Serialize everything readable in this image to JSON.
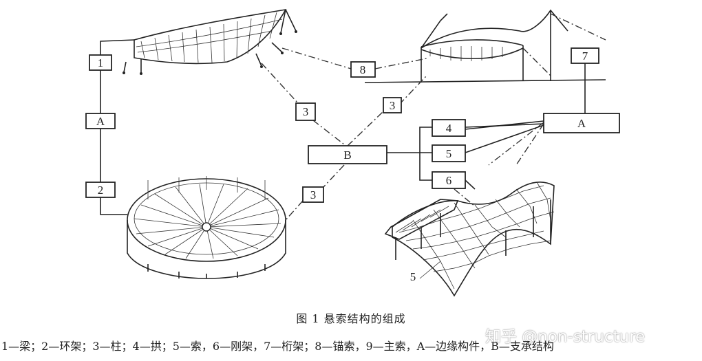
{
  "figure": {
    "labels": {
      "n1": "1",
      "n2": "2",
      "n3a": "3",
      "n3b": "3",
      "n3c": "3",
      "n4": "4",
      "n5": "5",
      "n5b": "5",
      "n6": "6",
      "n7": "7",
      "n8": "8",
      "a_left": "A",
      "a_right": "A",
      "b": "B"
    },
    "caption": "图 1   悬索结构的组成",
    "legend": "1—梁；2—环架；3—柱；4—拱；5—索，6—刚架，7—桁架；8—锚索，9—主索，A—边缘构件，B—支承结构",
    "watermark": "知乎 @non-structure"
  }
}
